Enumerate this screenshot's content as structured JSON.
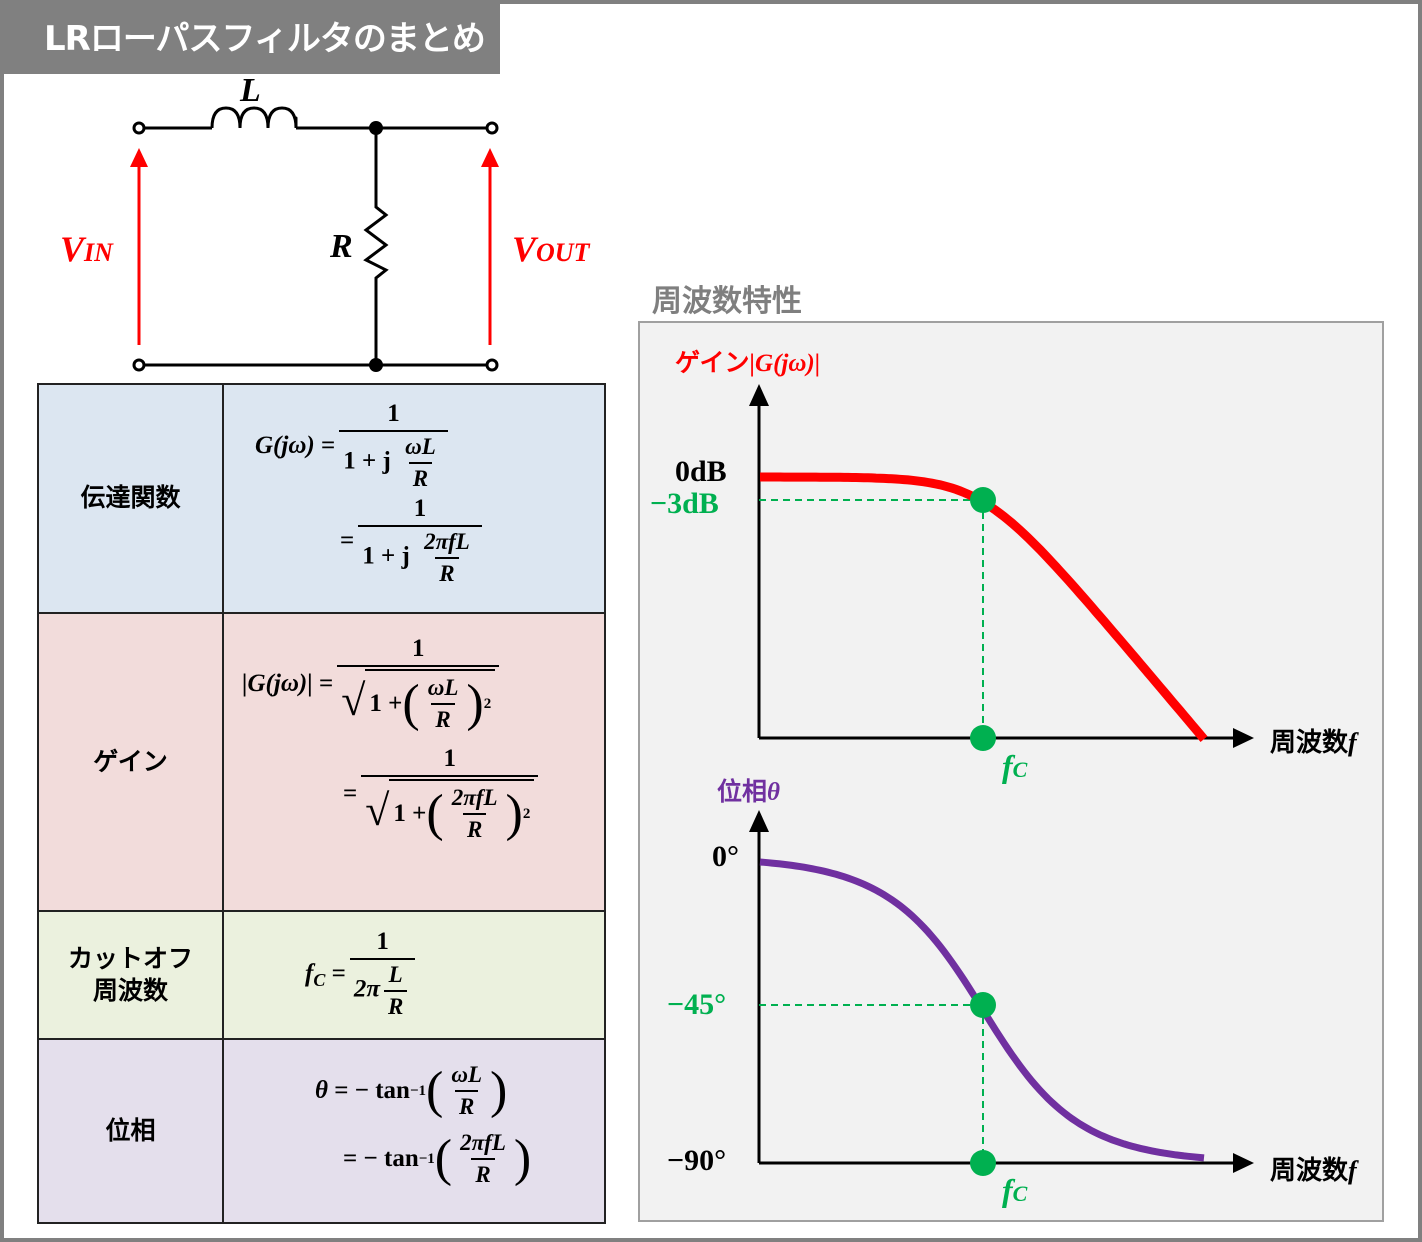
{
  "title": "LRローパスフィルタのまとめ",
  "circuit": {
    "L": "L",
    "R": "R",
    "V": "V",
    "IN": "IN",
    "OUT": "OUT"
  },
  "table": {
    "rows": [
      {
        "label": "伝達関数",
        "color": "#dce6f1"
      },
      {
        "label": "ゲイン",
        "color": "#f2dcdb"
      },
      {
        "label": "カットオフ\n周波数",
        "color": "#ebf1de"
      },
      {
        "label": "位相",
        "color": "#e4dfec"
      }
    ],
    "tf": {
      "lhs": "G(jω)",
      "eq": "=",
      "one": "1",
      "den_a": "1 + j",
      "wl": "ωL",
      "r": "R",
      "pifl": "2πfL"
    },
    "gain": {
      "lhs": "|G(jω)|",
      "eq": "=",
      "one": "1",
      "one_plus": "1 +",
      "lp": "(",
      "rp": ")",
      "sq": "2",
      "wl": "ωL",
      "r": "R",
      "pifl": "2πfL"
    },
    "cutoff": {
      "lhs": "f",
      "sub": "C",
      "eq": "=",
      "one": "1",
      "twopi": "2π",
      "l": "L",
      "r": "R"
    },
    "phase": {
      "lhs": "θ",
      "eq": "=",
      "neg_tan": "− tan",
      "inv": "−1",
      "lp": "(",
      "rp": ")",
      "wl": "ωL",
      "r": "R",
      "pifl": "2πfL"
    }
  },
  "plots": {
    "heading": "周波数特性",
    "gain": {
      "ylabel": "ゲイン",
      "ylabel_math": "|G(jω)|",
      "tick_0": "0dB",
      "tick_3": "−3dB",
      "xlabel": "周波数",
      "xvar": "f",
      "fc": "f",
      "fc_sub": "C",
      "color": "#ff0000"
    },
    "phase": {
      "ylabel": "位相",
      "ylabel_math": "θ",
      "tick_0": "0°",
      "tick_45": "−45°",
      "tick_90": "−90°",
      "xlabel": "周波数",
      "xvar": "f",
      "fc": "f",
      "fc_sub": "C",
      "color": "#7030a0"
    },
    "marker_color": "#00b050"
  }
}
